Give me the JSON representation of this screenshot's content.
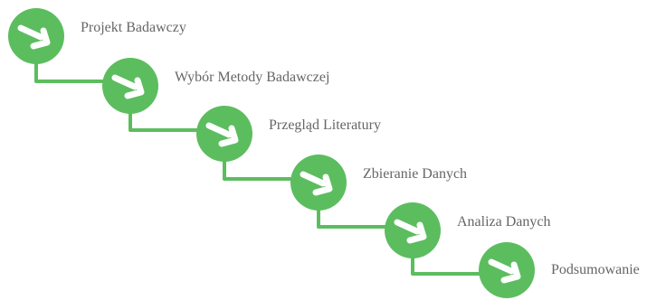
{
  "steps": [
    {
      "label": "Projekt Badawczy"
    },
    {
      "label": "Wybór Metody Badawczej"
    },
    {
      "label": "Przegląd Literatury"
    },
    {
      "label": "Zbieranie Danych"
    },
    {
      "label": "Analiza Danych"
    },
    {
      "label": "Podsumowanie"
    }
  ],
  "colors": {
    "circle": "#5cbd5f",
    "connector": "#5cbd5f",
    "arrow": "#ffffff",
    "label": "#666666"
  },
  "icon": "arrow-right-icon"
}
